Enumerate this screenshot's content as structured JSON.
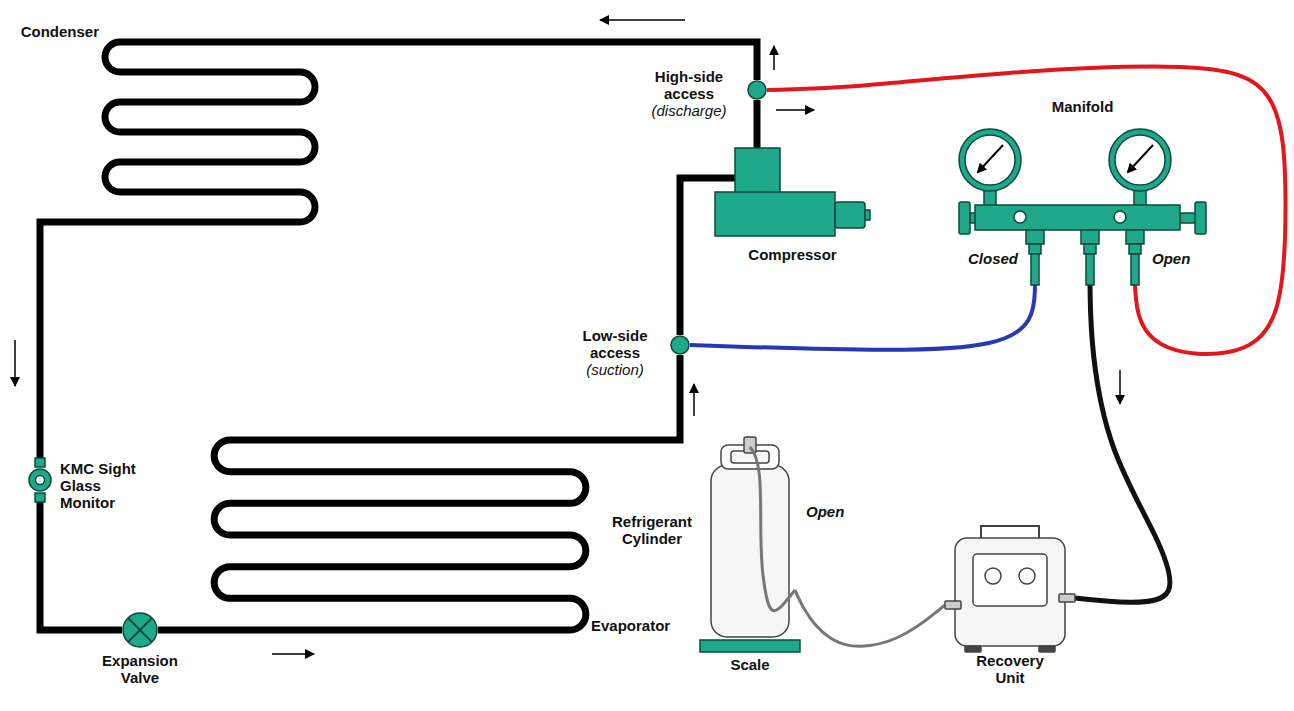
{
  "diagram": {
    "nodes": [
      {
        "text": [
          "Condenser"
        ]
      },
      {
        "text": [
          "High-side access",
          "(discharge)"
        ]
      },
      {
        "text": [
          "Compressor"
        ]
      },
      {
        "text": [
          "Manifold"
        ]
      },
      {
        "text": [
          "Low-side access",
          "(suction)"
        ]
      },
      {
        "text": [
          "KMC Sight Glass Monitor"
        ]
      },
      {
        "text": [
          "Refrigerant Cylinder"
        ]
      },
      {
        "text": [
          "Recovery Unit"
        ]
      },
      {
        "text": [
          "Evaporator"
        ]
      },
      {
        "text": [
          "Scale"
        ]
      },
      {
        "text": [
          "Expansion Valve"
        ]
      }
    ],
    "edges": [
      {
        "from": 2,
        "to": 1,
        "arrow": "none"
      },
      {
        "from": 1,
        "to": 0,
        "arrow": "none"
      },
      {
        "from": 0,
        "to": 5,
        "arrow": "none"
      },
      {
        "from": 5,
        "to": 10,
        "arrow": "none"
      },
      {
        "from": 10,
        "to": 8,
        "arrow": "none"
      },
      {
        "from": 8,
        "to": 4,
        "arrow": "none"
      },
      {
        "from": 4,
        "to": 2,
        "arrow": "none"
      },
      {
        "from": 1,
        "to": 3,
        "arrow": "none"
      },
      {
        "from": 4,
        "to": 3,
        "arrow": "none"
      },
      {
        "from": 3,
        "to": 7,
        "arrow": "none"
      },
      {
        "from": 7,
        "to": 6,
        "arrow": "none"
      }
    ],
    "labels": [
      "Closed",
      "Open",
      "Open"
    ]
  }
}
